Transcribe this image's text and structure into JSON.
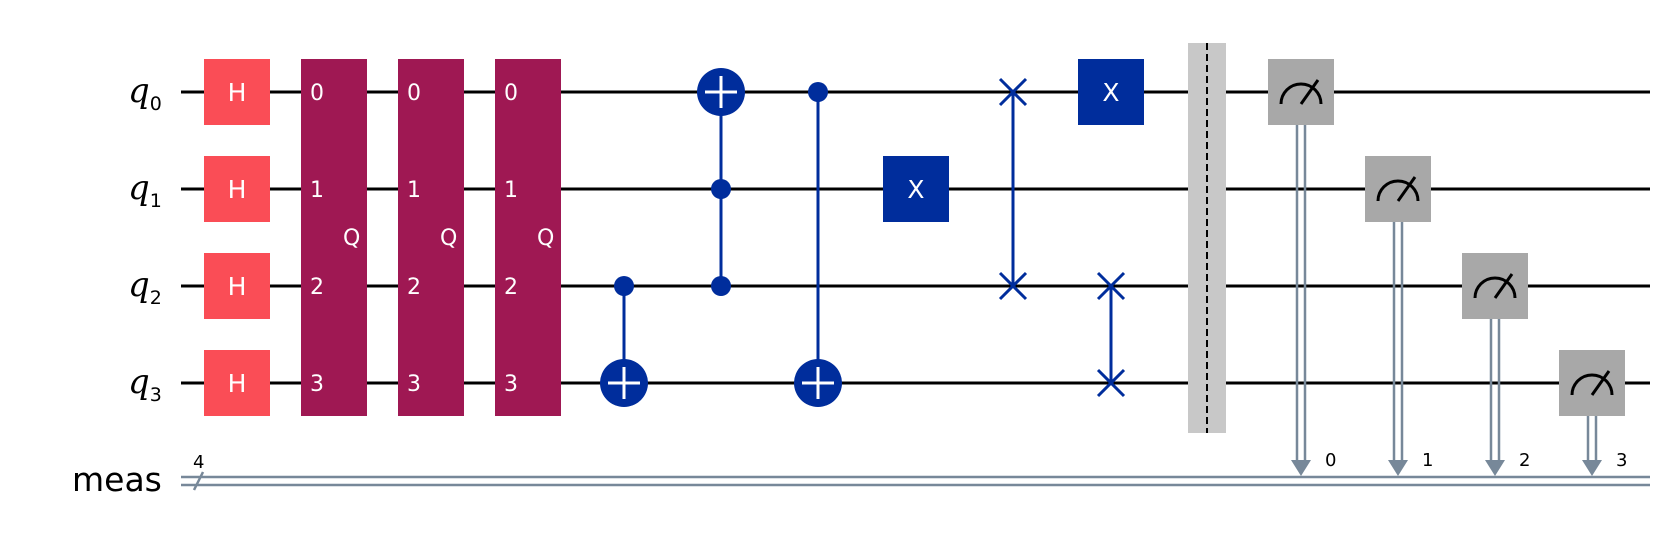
{
  "circuit": {
    "qubits": [
      {
        "name": "q",
        "index": "0"
      },
      {
        "name": "q",
        "index": "1"
      },
      {
        "name": "q",
        "index": "2"
      },
      {
        "name": "q",
        "index": "3"
      }
    ],
    "classical_register": {
      "name": "meas",
      "width": "4",
      "bit_labels": [
        "0",
        "1",
        "2",
        "3"
      ]
    },
    "gates": {
      "hadamard": {
        "label": "H",
        "targets": [
          0,
          1,
          2,
          3
        ]
      },
      "q_blocks": [
        {
          "label": "Q",
          "pin_labels": [
            "0",
            "1",
            "2",
            "3"
          ]
        },
        {
          "label": "Q",
          "pin_labels": [
            "0",
            "1",
            "2",
            "3"
          ]
        },
        {
          "label": "Q",
          "pin_labels": [
            "0",
            "1",
            "2",
            "3"
          ]
        }
      ],
      "cx_1": {
        "control": 2,
        "target": 3
      },
      "ccx": {
        "controls": [
          1,
          2
        ],
        "target": 0
      },
      "cx_2": {
        "control": 0,
        "target": 3
      },
      "x_1": {
        "label": "X",
        "target": 1
      },
      "swap_1": {
        "qubits": [
          0,
          2
        ]
      },
      "x_2": {
        "label": "X",
        "target": 0
      },
      "swap_2": {
        "qubits": [
          2,
          3
        ]
      },
      "barrier": {
        "qubits": [
          0,
          1,
          2,
          3
        ]
      },
      "measurements": [
        {
          "qubit": 0,
          "clbit": "0"
        },
        {
          "qubit": 1,
          "clbit": "1"
        },
        {
          "qubit": 2,
          "clbit": "2"
        },
        {
          "qubit": 3,
          "clbit": "3"
        }
      ]
    },
    "colors": {
      "hadamard": "#fa4d56",
      "q_block": "#9f1853",
      "pauli_and_control": "#002d9c",
      "measure": "#a8a8a8",
      "barrier": "#c8c8c8",
      "classical_wire": "#778899",
      "wire": "#000000"
    }
  }
}
